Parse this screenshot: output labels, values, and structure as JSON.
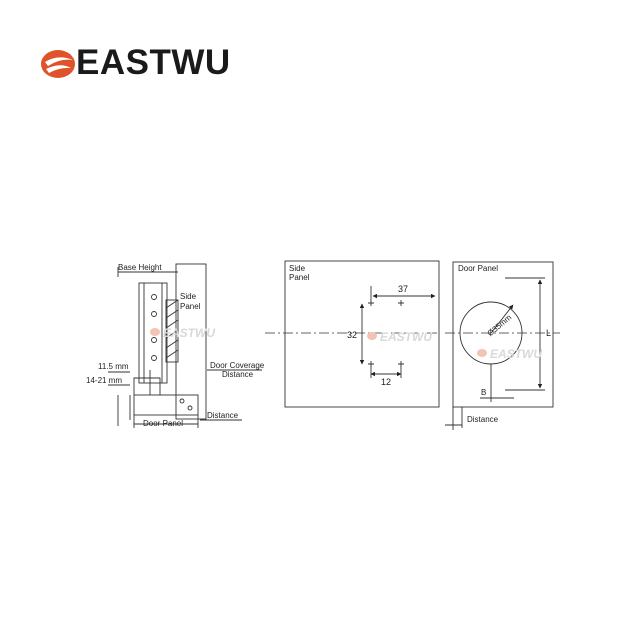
{
  "brand": {
    "name": "EASTWU",
    "accent_color": "#e0522a",
    "logo_icon": "eastwu-flame-logo-icon"
  },
  "watermark": "EASTWU",
  "hinge_view": {
    "base_height": "Base Height",
    "side_panel_line1": "Side",
    "side_panel_line2": "Panel",
    "door_coverage_line1": "Door Coverage",
    "door_coverage_line2": "Distance",
    "dim_11_5": "11.5 mm",
    "dim_14_21": "14-21 mm",
    "distance": "Distance",
    "door_panel": "Door Panel"
  },
  "side_panel_view": {
    "label_line1": "Side",
    "label_line2": "Panel",
    "dim_37": "37",
    "dim_32": "32",
    "dim_12": "12"
  },
  "door_panel_view": {
    "label": "Door Panel",
    "diameter": "Ø35mm",
    "dim_l": "L",
    "dim_b": "B",
    "distance": "Distance"
  }
}
